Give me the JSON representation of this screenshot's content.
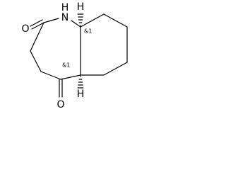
{
  "molecule": {
    "atoms": {
      "nh": "N",
      "nh_h": "H",
      "o_amide": "O",
      "o_ketone": "O",
      "h_top": "H",
      "h_bottom": "H"
    },
    "stereo_labels": {
      "top": "&1",
      "bottom": "&1"
    }
  }
}
